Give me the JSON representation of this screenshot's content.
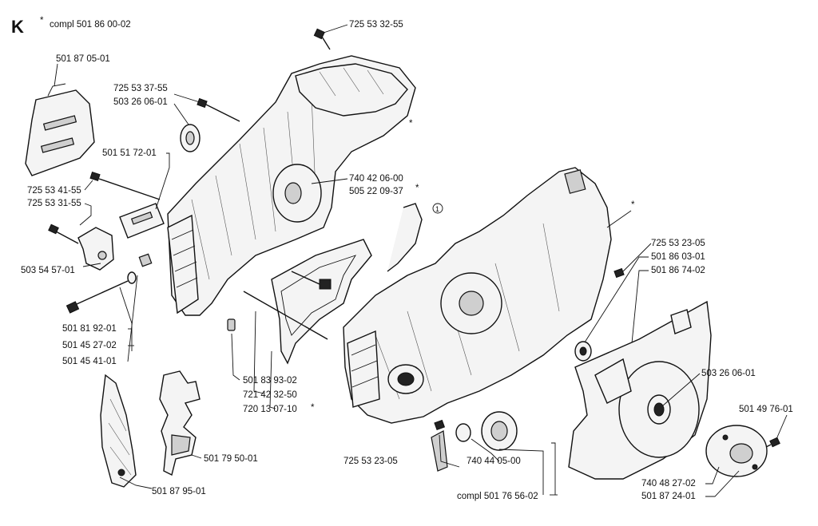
{
  "header": {
    "section_letter": "K",
    "asterisk": "*",
    "compl_note": "compl 501 86 00-02"
  },
  "labels": {
    "l01": "725 53 32-55",
    "l02": "501 87 05-01",
    "l03": "725 53 37-55",
    "l04": "503 26 06-01",
    "l05": "501 51 72-01",
    "l06": "740 42 06-00",
    "l07": "505 22 09-37",
    "l08": "725 53 41-55",
    "l09": "725 53 31-55",
    "l10": "503 54 57-01",
    "l11": "725 53 23-05",
    "l12": "501 86 03-01",
    "l13": "501 86 74-02",
    "l14": "501 81 92-01",
    "l15": "501 45 27-02",
    "l16": "501 45 41-01",
    "l17": "501 83 93-02",
    "l18": "721 42 32-50",
    "l19": "720 13 07-10",
    "l20": "503 26 06-01",
    "l21": "501 49 76-01",
    "l22": "501 79 50-01",
    "l23": "501 87 95-01",
    "l24": "725 53 23-05",
    "l25": "740 44 05-00",
    "l26": "compl 501 76 56-02",
    "l27": "740 48 27-02",
    "l28": "501 87 24-01"
  },
  "marks": {
    "star_a": "*",
    "star_b": "*",
    "star_c": "*",
    "star_d": "*",
    "circled_one": "1"
  }
}
